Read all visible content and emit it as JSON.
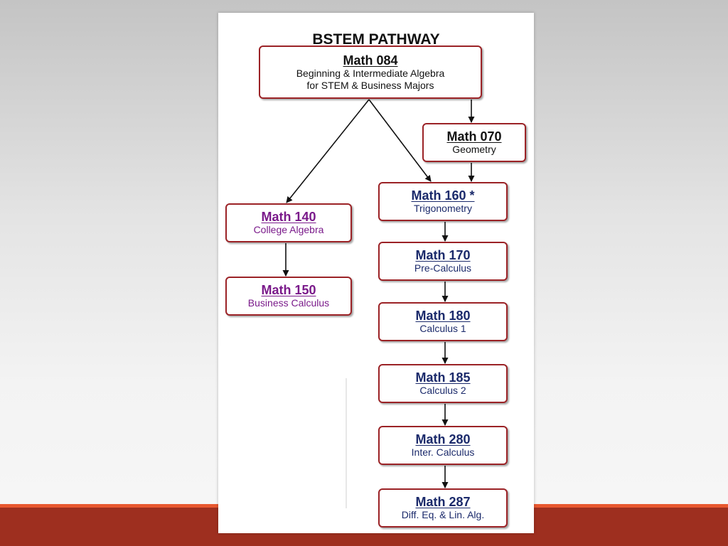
{
  "slide": {
    "title": "BSTEM PATHWAY",
    "colors": {
      "node_border": "#9b2226",
      "navy_text": "#1b2a6b",
      "purple_text": "#7a1a8a",
      "band_main": "#9e2f1f",
      "band_stripe": "#e8582f"
    }
  },
  "nodes": {
    "math084": {
      "code": "Math 084",
      "line1": "Beginning & Intermediate Algebra",
      "line2": "for STEM & Business  Majors"
    },
    "math070": {
      "code": "Math 070",
      "name": "Geometry"
    },
    "math160": {
      "code": "Math 160 *",
      "name": "Trigonometry"
    },
    "math140": {
      "code": "Math 140",
      "name": "College Algebra"
    },
    "math150": {
      "code": "Math 150",
      "name": "Business Calculus"
    },
    "math170": {
      "code": "Math 170",
      "name": "Pre-Calculus"
    },
    "math180": {
      "code": "Math 180",
      "name": "Calculus 1"
    },
    "math185": {
      "code": "Math 185",
      "name": "Calculus 2"
    },
    "math280": {
      "code": "Math 280",
      "name": "Inter. Calculus"
    },
    "math287": {
      "code": "Math 287",
      "name": "Diff. Eq. & Lin. Alg."
    }
  }
}
